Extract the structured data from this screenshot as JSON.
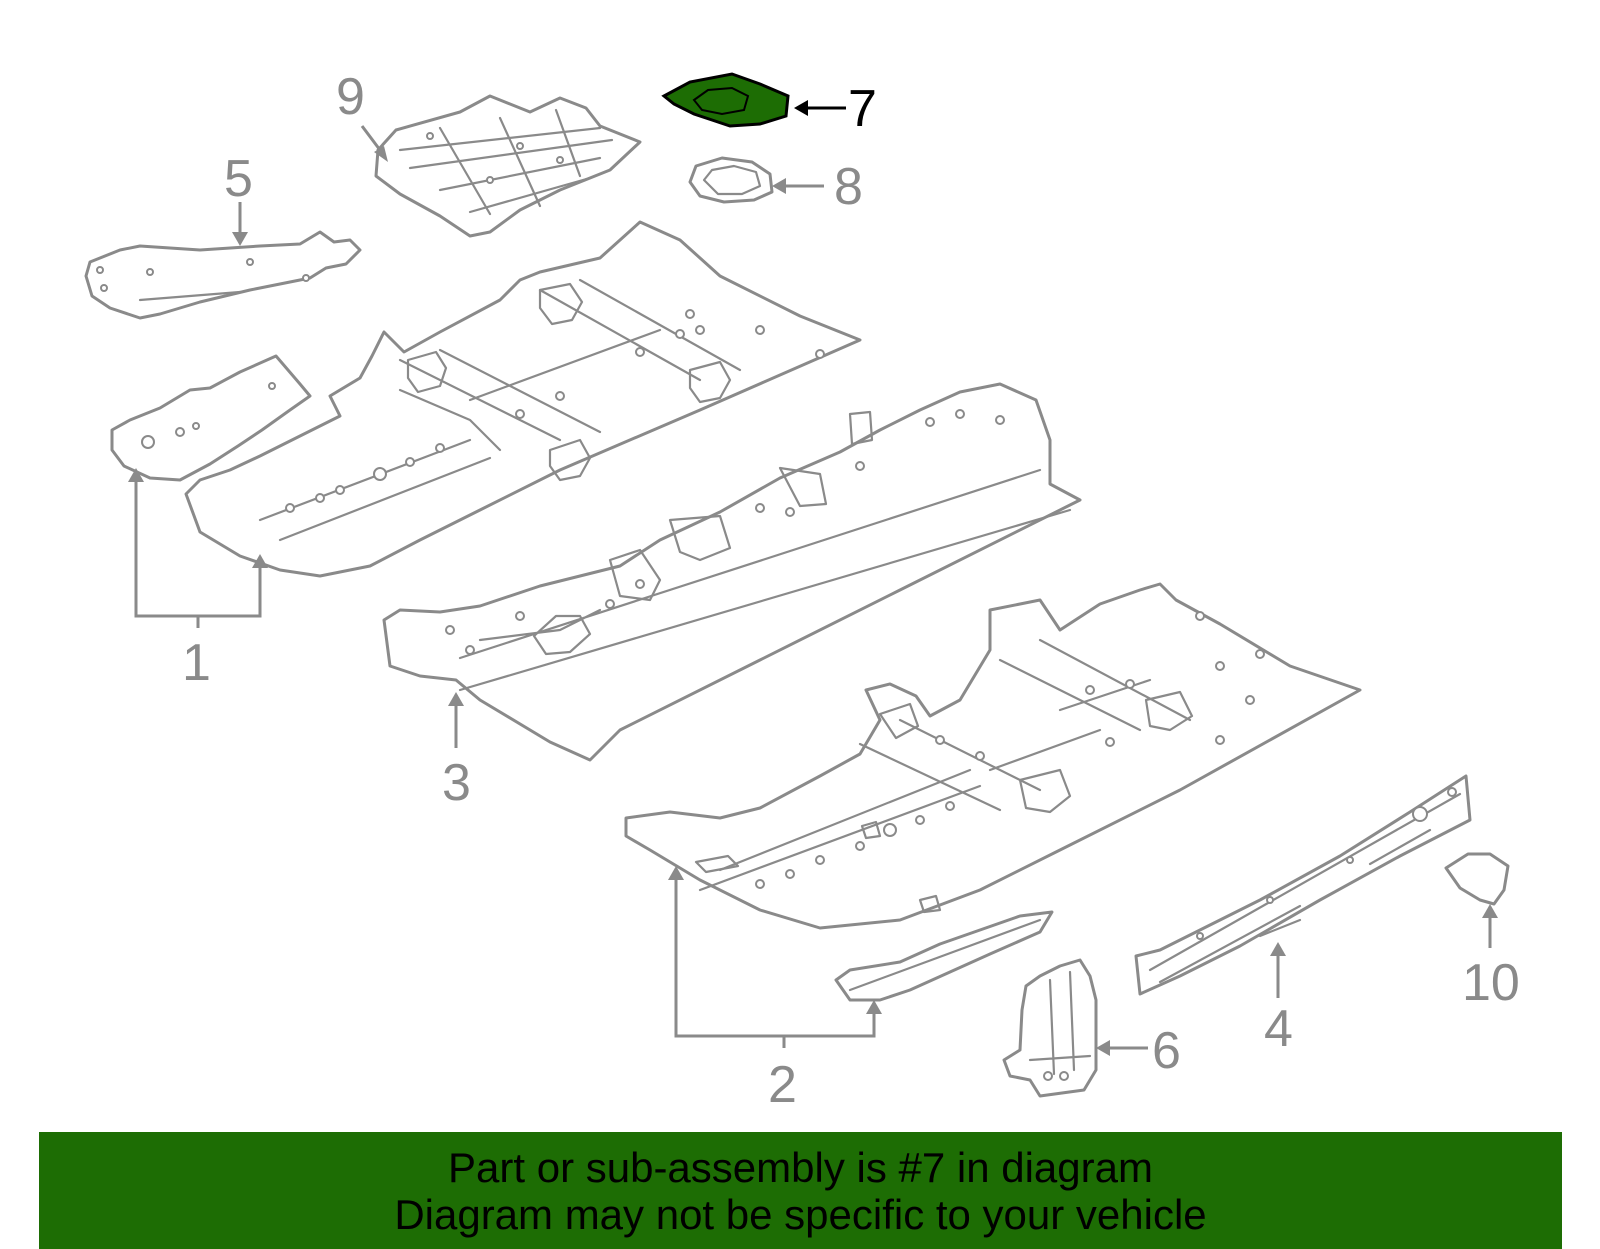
{
  "callouts": {
    "c1": "1",
    "c2": "2",
    "c3": "3",
    "c4": "4",
    "c5": "5",
    "c6": "6",
    "c7": "7",
    "c8": "8",
    "c9": "9",
    "c10": "10"
  },
  "highlight": {
    "part_number": "7",
    "fill_color": "#1d6d04"
  },
  "banner": {
    "background": "#1d6d04",
    "line1": "Part or sub-assembly is #7 in diagram",
    "line2": "Diagram may not be specific to your vehicle"
  }
}
